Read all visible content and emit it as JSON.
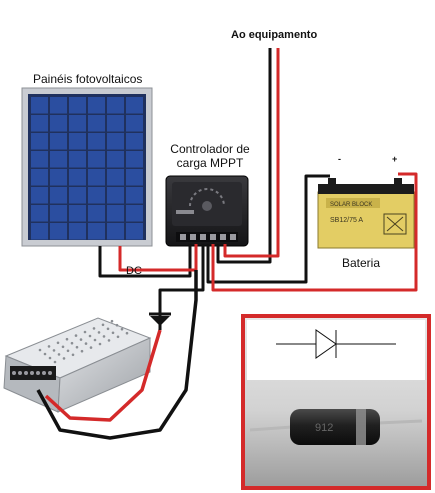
{
  "labels": {
    "panels": "Painéis fotovoltaicos",
    "controller_line1": "Controlador de",
    "controller_line2": "carga MPPT",
    "equipment": "Ao equipamento",
    "battery": "Bateria",
    "dc": "DC",
    "battery_minus": "-",
    "battery_plus": "+",
    "battery_brand": "SOLAR BLOCK",
    "battery_model": "SB12/75 A",
    "diode_marking": "912"
  },
  "colors": {
    "wire_positive": "#d42a2a",
    "wire_negative": "#111111",
    "inset_border": "#d42a2a",
    "panel_cell": "#2b4ea0",
    "panel_frame": "#c9ccd2",
    "controller_body": "#1f1f22",
    "battery_body": "#e3cd64",
    "psu_body": "#c8cbcf",
    "diode_body": "#2a2a2a",
    "diode_band": "#9a9a9a"
  },
  "icons": {
    "solar_panel": "solar-panel-icon",
    "controller": "charge-controller-icon",
    "battery": "battery-icon",
    "power_supply": "power-supply-icon",
    "diode": "diode-symbol-icon",
    "diode_photo": "diode-component-icon"
  }
}
